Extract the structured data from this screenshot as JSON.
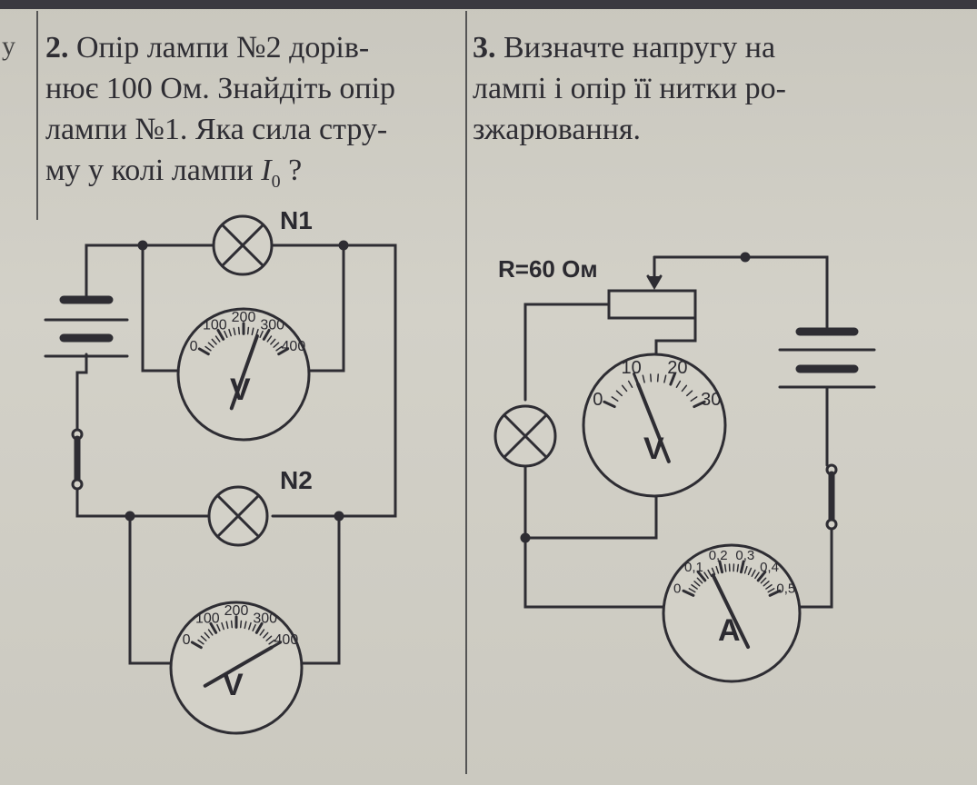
{
  "left_fragment": "у",
  "task2": {
    "number": "2.",
    "lines": [
      "Опір лампи №2 дорів-",
      "нює 100 Ом. Знайдіть опір",
      "лампи №1. Яка сила стру-",
      "му у колі лампи "
    ],
    "current_symbol": "I",
    "current_subscript": "0",
    "question_mark": "?"
  },
  "task3": {
    "number": "3.",
    "lines": [
      "Визначте напругу на",
      "лампі і опір її нитки ро-",
      "зжарювання."
    ]
  },
  "circuit1": {
    "lamp1_label": "N1",
    "lamp2_label": "N2",
    "voltmeter1": {
      "unit": "V",
      "scale": [
        "0",
        "100",
        "200",
        "300",
        "400"
      ],
      "reading": 265
    },
    "voltmeter2": {
      "unit": "V",
      "scale": [
        "0",
        "100",
        "200",
        "300",
        "400"
      ],
      "reading": 400
    }
  },
  "circuit2": {
    "resistor_label": "R=60 Ом",
    "voltmeter": {
      "unit": "V",
      "scale": [
        "0",
        "10",
        "20",
        "30"
      ],
      "reading": 10
    },
    "ammeter": {
      "unit": "A",
      "scale": [
        "0",
        "0,1",
        "0,2",
        "0,3",
        "0,4",
        "0,5"
      ],
      "reading": 0.15
    }
  }
}
